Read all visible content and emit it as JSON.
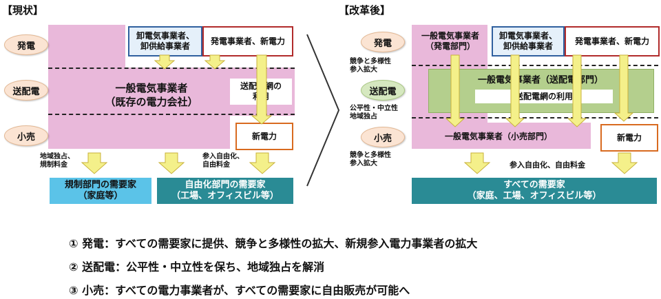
{
  "left": {
    "title": "【現状】",
    "rows": {
      "gen": "発電",
      "trans": "送配電",
      "retail": "小売"
    },
    "wholesale": "卸電気事業者、\n卸供給事業者",
    "generator_new": "発電事業者、新電力",
    "utility": "一般電気事業者\n（既存の電力会社）",
    "grid_use": "送配電網の\n利用",
    "new_power": "新電力",
    "note_monopoly": "地域独占、\n規制料金",
    "note_liberal": "参入自由化、\n自由料金",
    "consumer_regulated": "規制部門の需要家\n（家庭等）",
    "consumer_liberal": "自由化部門の需要家\n（工場、オフィスビル等）"
  },
  "right": {
    "title": "【改革後】",
    "rows": {
      "gen": "発電",
      "trans": "送配電",
      "retail": "小売"
    },
    "gen_dept": "一般電気事業者\n（発電部門）",
    "wholesale": "卸電気事業者、\n卸供給事業者",
    "generator_new": "発電事業者、新電力",
    "trans_dept": "一般電気事業者（送配電部門）",
    "grid_use": "送配電網の利用",
    "retail_dept": "一般電気事業者（小売部門）",
    "new_power": "新電力",
    "note_gen": "競争と多様性\n参入拡大",
    "note_trans": "公平性・中立性\n地域独占",
    "note_retail": "競争と多様性\n参入拡大",
    "note_liberal": "参入自由化、自由料金",
    "consumer_all": "すべての需要家\n（家庭、工場、オフィスビル等）"
  },
  "bullets": [
    "① 発電：すべての需要家に提供、競争と多様性の拡大、新規参入電力事業者の拡大",
    "② 送配電：公平性・中立性を保ち、地域独占を解消",
    "③ 小売：すべての電力事業者が、すべての需要家に自由販売が可能へ"
  ],
  "colors": {
    "pink": "#e9b8da",
    "blue_border": "#2f5f9e",
    "red_border": "#b12a2a",
    "orange_border": "#d86a1f",
    "arrow_fill": "#f4f08a",
    "consumer_light": "#5bc3e8",
    "consumer_teal": "#2a8b95",
    "green": "#b4cf8d"
  }
}
